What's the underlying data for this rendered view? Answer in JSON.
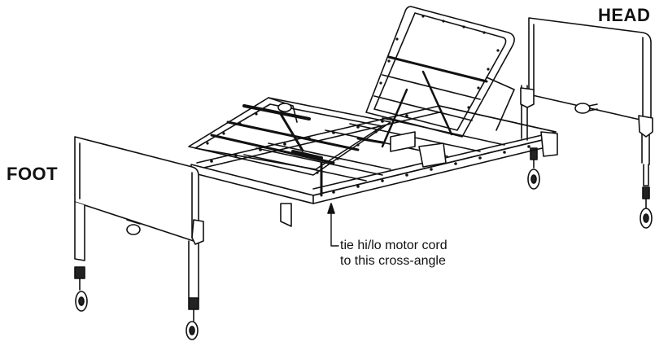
{
  "labels": {
    "head": "HEAD",
    "foot": "FOOT"
  },
  "callout": {
    "line1": "tie hi/lo motor cord",
    "line2": "to this cross-angle"
  },
  "colors": {
    "stroke": "#111111",
    "fill": "#ffffff"
  },
  "parts": [
    "headboard-panel",
    "footboard-panel",
    "bed-frame",
    "head-section-frame",
    "caster-wheel",
    "hi-lo-motor"
  ]
}
